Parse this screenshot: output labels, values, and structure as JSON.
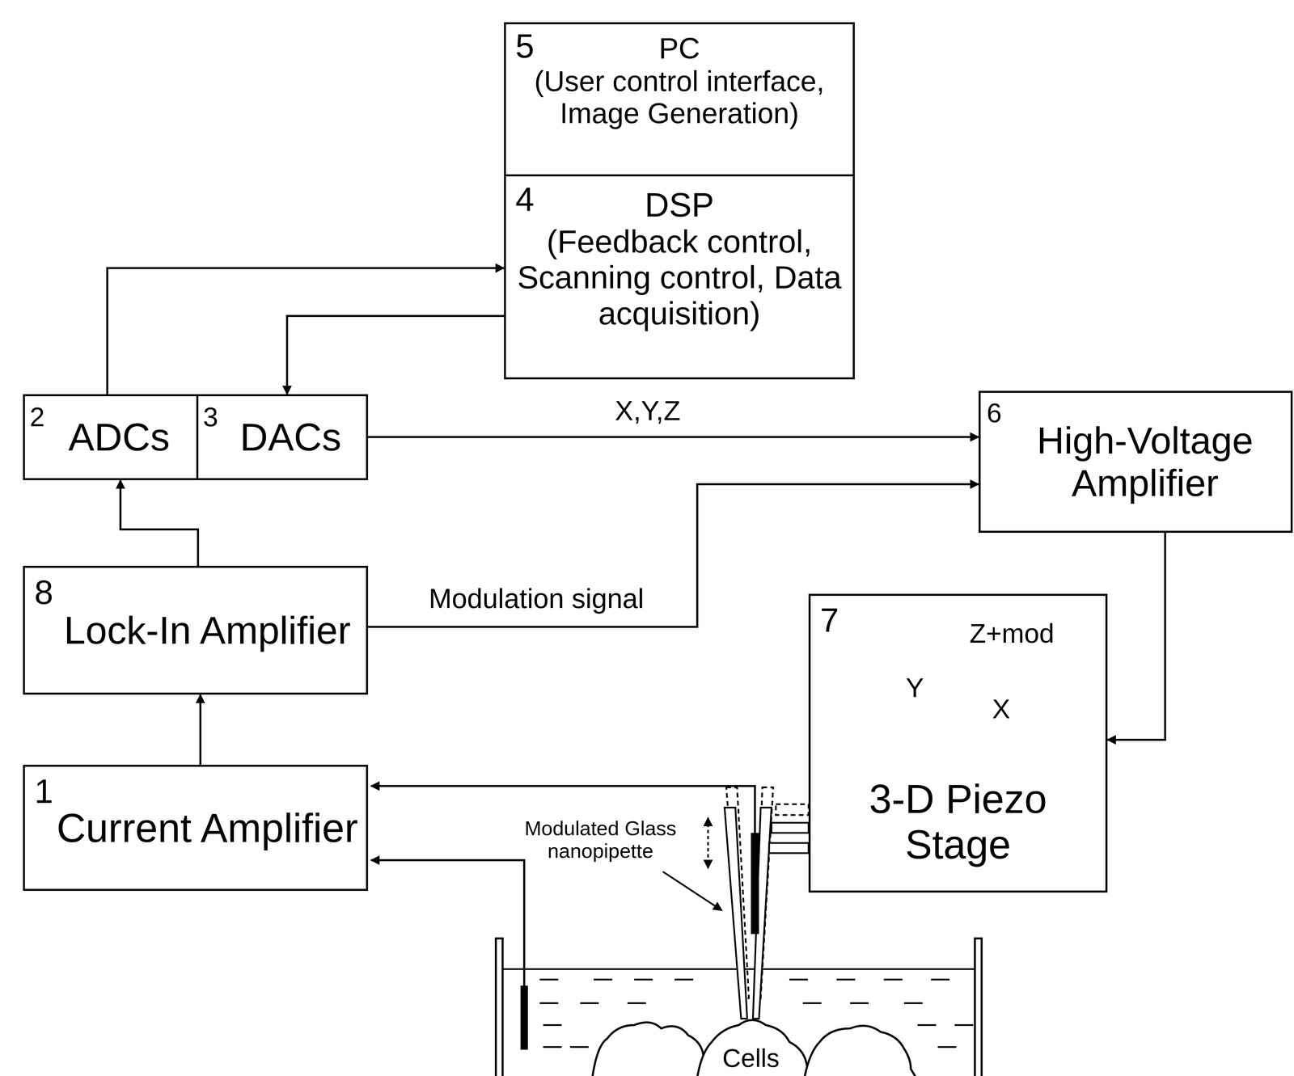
{
  "diagram": {
    "nodes": [
      {
        "text": [
          "5",
          "PC",
          "(User control interface, Image Generation)"
        ]
      },
      {
        "text": [
          "4",
          "DSP",
          "(Feedback control, Scanning control, Data acquisition)"
        ]
      },
      {
        "text": [
          "2",
          "ADCs"
        ]
      },
      {
        "text": [
          "3",
          "DACs"
        ]
      },
      {
        "text": [
          "6",
          "High-Voltage Amplifier"
        ]
      },
      {
        "text": [
          "8",
          "Lock-In Amplifier"
        ]
      },
      {
        "text": [
          "7",
          "3-D Piezo Stage"
        ]
      },
      {
        "text": [
          "1",
          "Current Amplifier"
        ]
      }
    ],
    "edges": [
      {
        "from": 2,
        "to": 1,
        "arrow": "to"
      },
      {
        "from": 1,
        "to": 3,
        "arrow": "to"
      },
      {
        "from": 3,
        "to": 4,
        "label": "X,Y,Z",
        "arrow": "to"
      },
      {
        "from": 5,
        "to": 4,
        "label": "Modulation signal",
        "arrow": "to"
      },
      {
        "from": 4,
        "to": 6,
        "arrow": "to"
      },
      {
        "from": 5,
        "to": 2,
        "arrow": "to"
      },
      {
        "from": 7,
        "to": 5,
        "arrow": "to"
      }
    ],
    "labels": [
      "Z+mod",
      "Y",
      "X",
      "Modulated Glass nanopipette",
      "Cells"
    ]
  }
}
